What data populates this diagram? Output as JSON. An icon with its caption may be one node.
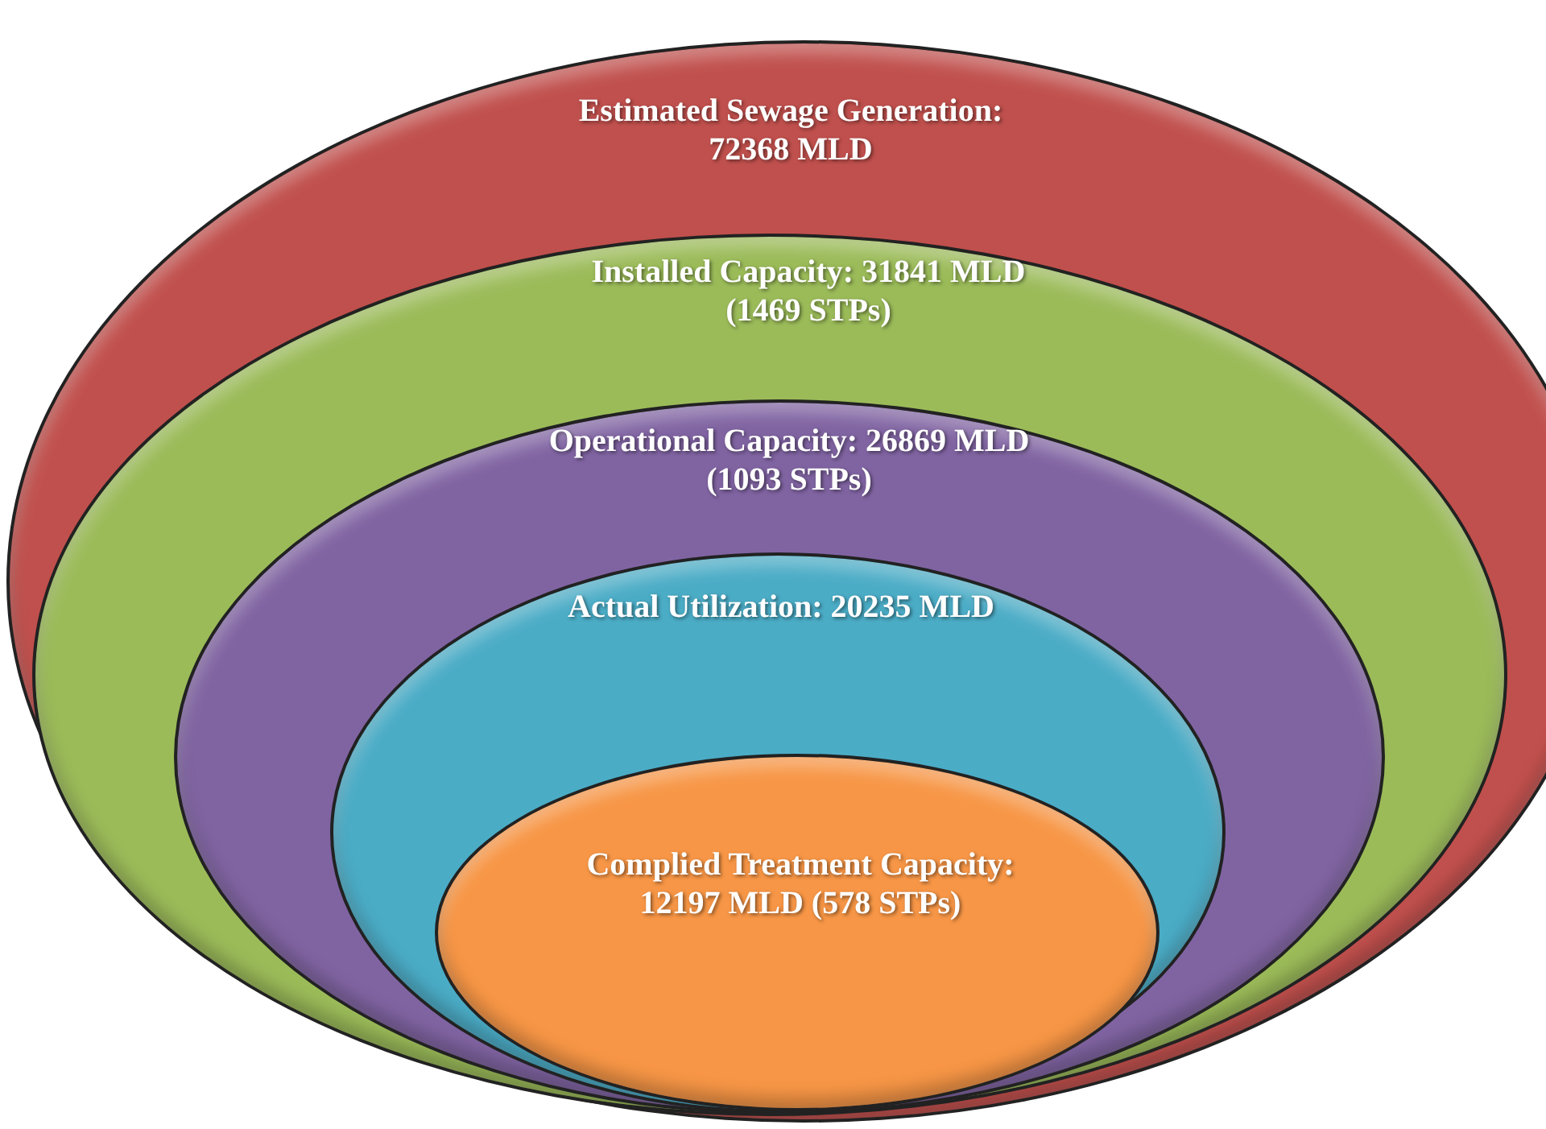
{
  "diagram": {
    "nodes": [
      {
        "text": [
          "Estimated Sewage Generation: 72368 MLD"
        ]
      },
      {
        "text": [
          "Installed Capacity: 31841 MLD (1469 STPs)"
        ],
        "in": 0
      },
      {
        "text": [
          "Operational Capacity: 26869 MLD (1093 STPs)"
        ],
        "in": 1
      },
      {
        "text": [
          "Actual Utilization: 20235 MLD"
        ],
        "in": 2
      },
      {
        "text": [
          "Complied Treatment Capacity: 12197 MLD (578 STPs)"
        ],
        "in": 3
      }
    ]
  }
}
